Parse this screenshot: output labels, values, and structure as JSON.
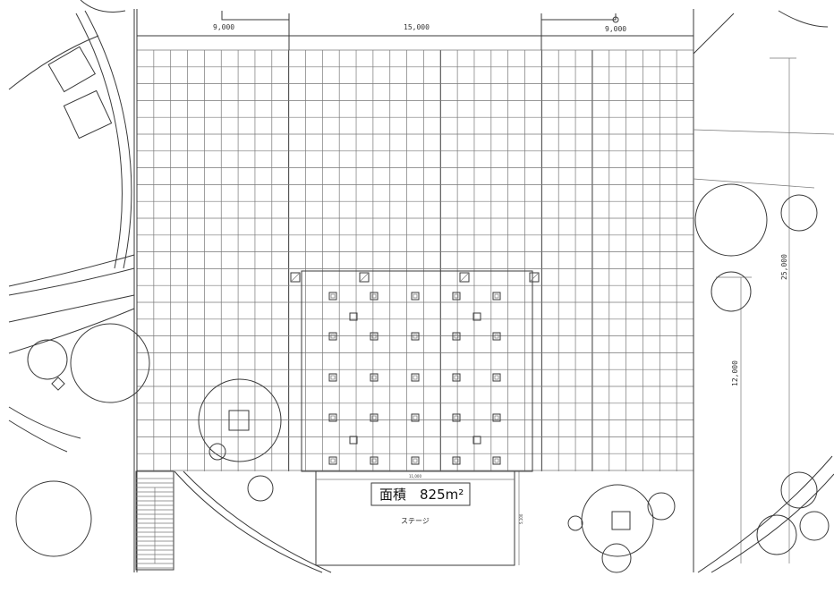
{
  "dimensions": {
    "top_left": "9,000",
    "top_middle": "15,000",
    "top_right": "9,000",
    "right_total": "25,000",
    "right_partial": "12,000",
    "stage_width": "11,000",
    "stage_depth": "5,100"
  },
  "stage": {
    "area_label": "面積　825m²",
    "name": "ステージ"
  },
  "colors": {
    "line": "#3a3a3a",
    "paper": "#ffffff"
  }
}
